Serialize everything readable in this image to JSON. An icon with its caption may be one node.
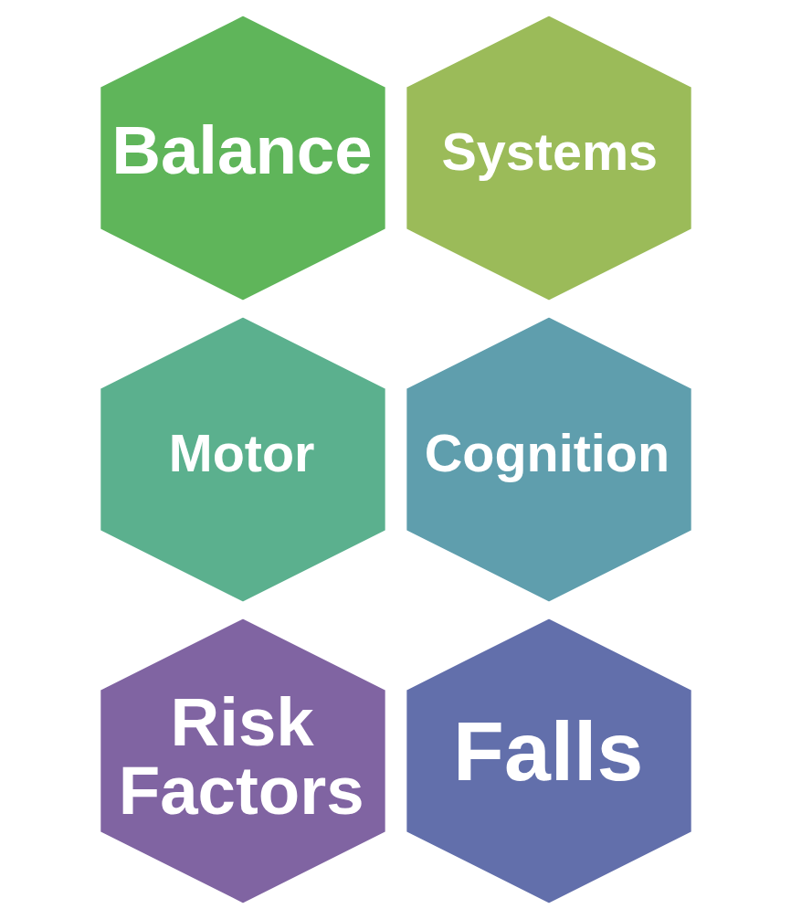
{
  "diagram": {
    "nodes": [
      {
        "text": [
          "Balance"
        ]
      },
      {
        "text": [
          "Systems"
        ]
      },
      {
        "text": [
          "Motor"
        ]
      },
      {
        "text": [
          "Cognition"
        ]
      },
      {
        "text": [
          "Risk Factors"
        ]
      },
      {
        "text": [
          "Falls"
        ]
      }
    ]
  }
}
